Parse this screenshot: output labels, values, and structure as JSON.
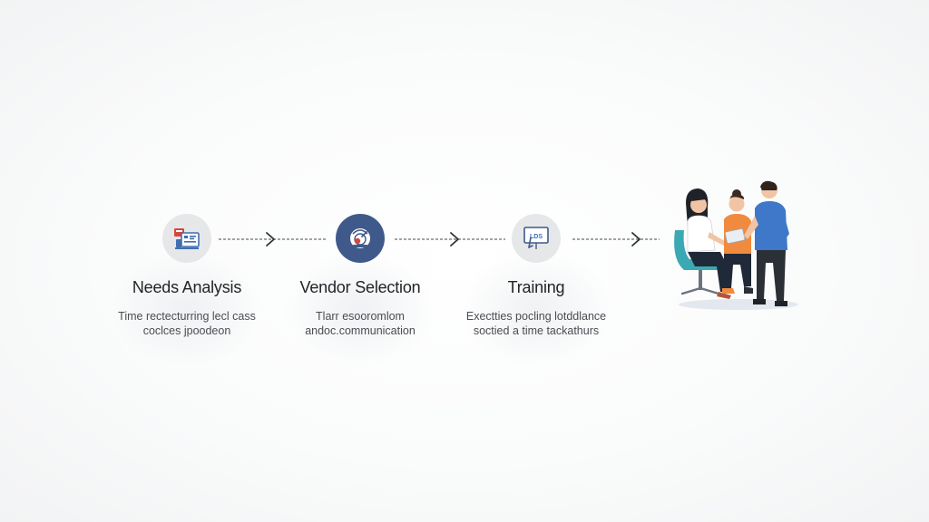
{
  "steps": [
    {
      "title": "Needs Analysis",
      "desc_line1": "Time rectecturring lecl cass",
      "desc_line2": "coclces jpoodeon",
      "icon": "checklist-board-icon"
    },
    {
      "title": "Vendor Selection",
      "desc_line1": "Tlarr esooromlom",
      "desc_line2": "andoc.communication",
      "icon": "target-selection-icon"
    },
    {
      "title": "Training",
      "desc_line1": "Exectties pocling lotddlance",
      "desc_line2": "soctied a time tackathurs",
      "icon": "presentation-board-icon"
    }
  ],
  "icon_board_label": "LDS",
  "colors": {
    "accent_dark": "#3f5a8a",
    "icon_red": "#d8453b",
    "icon_blue": "#3f6fb0",
    "text_dark": "#222428",
    "text_body": "#4a4d52",
    "connector": "#6a6d72"
  },
  "illustration": "team-collaboration-illustration"
}
